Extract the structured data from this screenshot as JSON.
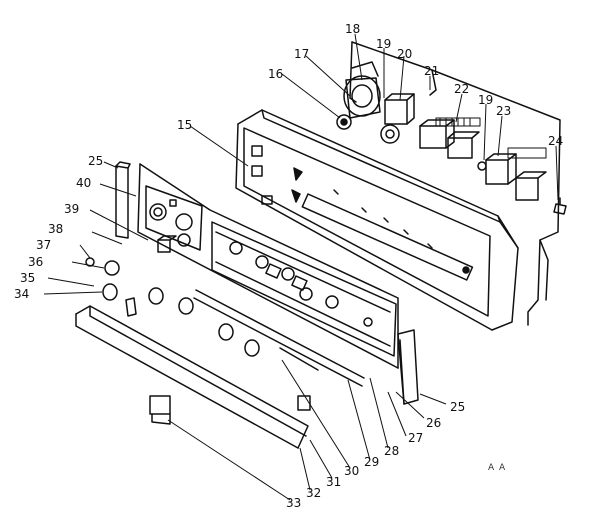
{
  "callouts": [
    {
      "label": "15"
    },
    {
      "label": "16"
    },
    {
      "label": "17"
    },
    {
      "label": "18"
    },
    {
      "label": "19"
    },
    {
      "label": "20"
    },
    {
      "label": "21"
    },
    {
      "label": "22"
    },
    {
      "label": "19"
    },
    {
      "label": "23"
    },
    {
      "label": "24"
    },
    {
      "label": "25"
    },
    {
      "label": "40"
    },
    {
      "label": "39"
    },
    {
      "label": "38"
    },
    {
      "label": "37"
    },
    {
      "label": "36"
    },
    {
      "label": "35"
    },
    {
      "label": "34"
    },
    {
      "label": "25"
    },
    {
      "label": "26"
    },
    {
      "label": "27"
    },
    {
      "label": "28"
    },
    {
      "label": "29"
    },
    {
      "label": "30"
    },
    {
      "label": "31"
    },
    {
      "label": "32"
    },
    {
      "label": "33"
    }
  ],
  "stamp": "A A"
}
